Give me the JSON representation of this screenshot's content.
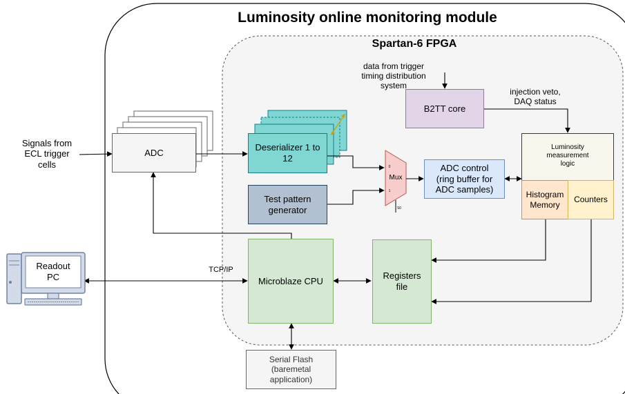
{
  "title": "Luminosity online monitoring module",
  "fpga_label": "Spartan-6 FPGA",
  "input_signals": "Signals from\nECL trigger\ncells",
  "adc": "ADC",
  "deserializer": "Deserializer 1 to\n12",
  "test_pattern": "Test pattern\ngenerator",
  "mux": {
    "label": "Mux",
    "in0": "0",
    "in1": "1",
    "sel": "S0"
  },
  "adc_control": "ADC control\n(ring buffer for\nADC samples)",
  "b2tt_core": "B2TT core",
  "b2tt_input": "data from trigger\ntiming distribution\nsystem",
  "b2tt_output": "injection veto,\nDAQ status",
  "lum_logic": "Luminosity\nmeasurement\nlogic",
  "histogram": "Histogram\nMemory",
  "counters": "Counters",
  "microblaze": "Microblaze CPU",
  "registers": "Registers\nfile",
  "tcpip": "TCP/IP",
  "readout_pc": "Readout\nPC",
  "serial_flash": "Serial Flash\n(baremetal\napplication)",
  "colors": {
    "deserializer_fill": "#7fd6d3",
    "deserializer_border": "#0e8088",
    "test_pattern_fill": "#b2c1d2",
    "mux_fill": "#f8cecc",
    "adc_control_fill": "#dae8fc",
    "b2tt_fill": "#e1d5e7",
    "green_fill": "#d5e8d4",
    "orange_fill": "#ffe6cc",
    "yellow_fill": "#fff2cc",
    "lum_fill": "#f9f7ed",
    "flash_fill": "#f5f5f5",
    "fpga_fill": "#f5f5f5",
    "resize_handle": "#d79b00",
    "pc_fill": "#d4dbe8",
    "pc_border": "#7083a3"
  }
}
